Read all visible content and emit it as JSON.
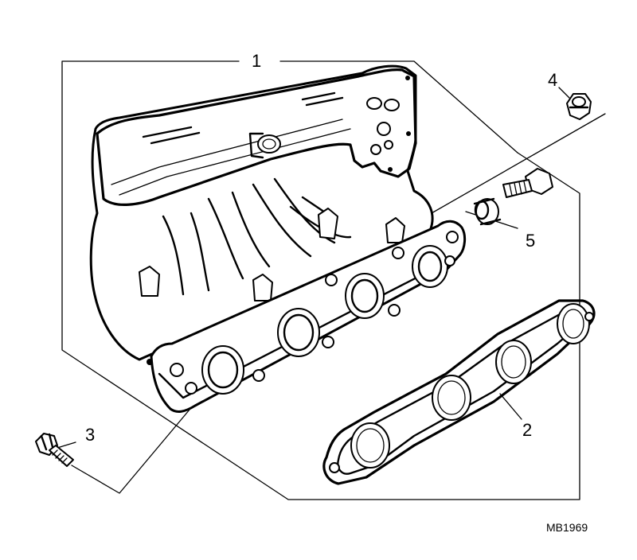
{
  "diagram": {
    "callouts": [
      {
        "id": "1",
        "label": "1"
      },
      {
        "id": "2",
        "label": "2"
      },
      {
        "id": "3",
        "label": "3"
      },
      {
        "id": "4",
        "label": "4"
      },
      {
        "id": "5",
        "label": "5"
      }
    ],
    "drawing_code": "MB1969"
  }
}
